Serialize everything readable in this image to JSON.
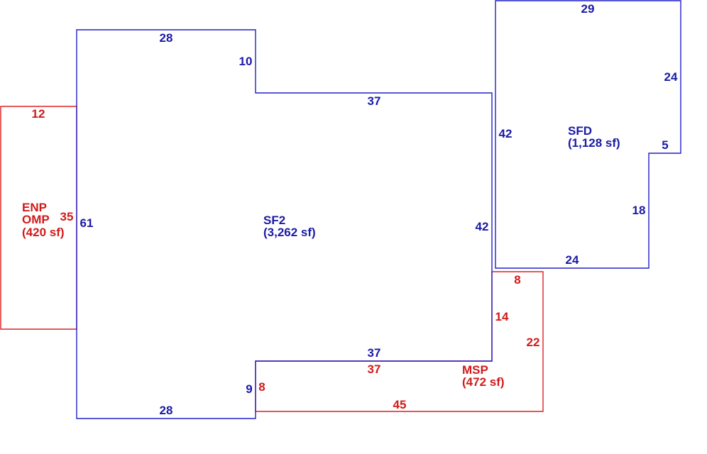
{
  "colors": {
    "main": "#2020c8",
    "porch": "#dd2020"
  },
  "areas": {
    "sf2": {
      "code": "SF2",
      "area": "(3,262 sf)",
      "color": "blue",
      "dims": {
        "top_left": "28",
        "notch_side": "10",
        "top_right": "37",
        "right_upper": "42",
        "right_lower": "42",
        "bottom_right": "37",
        "bottom_step": "9",
        "bottom_left": "28",
        "left": "61"
      }
    },
    "sfd": {
      "code": "SFD",
      "area": "(1,128 sf)",
      "color": "blue",
      "dims": {
        "top": "29",
        "right_upper": "24",
        "step": "5",
        "right_lower": "18",
        "bottom": "24",
        "left": "42"
      }
    },
    "enp": {
      "code_line1": "ENP",
      "code_line2": "OMP",
      "area": "(420 sf)",
      "color": "red",
      "dims": {
        "top": "12",
        "right": "35"
      }
    },
    "msp": {
      "code": "MSP",
      "area": "(472 sf)",
      "color": "red",
      "dims": {
        "top": "8",
        "left": "14",
        "right": "22",
        "top_long": "37",
        "bottom": "45",
        "left_short": "8"
      }
    }
  }
}
